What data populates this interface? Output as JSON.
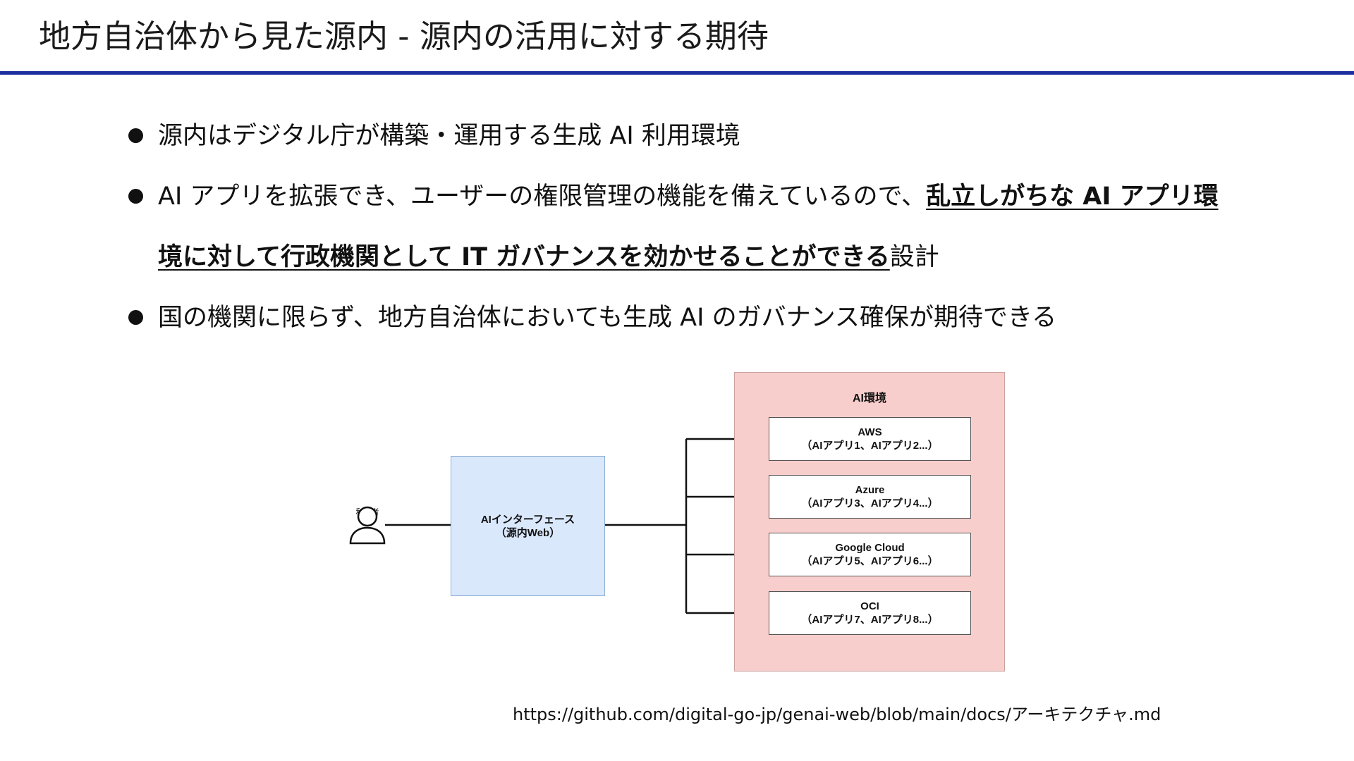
{
  "slide": {
    "title": "地方自治体から見た源内 - 源内の活用に対する期待",
    "accent_color": "#1c2ea0"
  },
  "bullets": [
    {
      "text": "源内はデジタル庁が構築・運用する生成 AI 利用環境"
    },
    {
      "text_before": "AI アプリを拡張でき、ユーザーの権限管理の機能を備えているので、",
      "text_emphasis": "乱立しがちな AI アプリ環境に対して行政機関として IT ガバナンスを効かせることができる",
      "text_after": "設計"
    },
    {
      "text": "国の機関に限らず、地方自治体においても生成 AI のガバナンス確保が期待できる"
    }
  ],
  "diagram": {
    "user": {
      "label": "利用者",
      "icon": "person-icon"
    },
    "interface": {
      "line1": "AIインターフェース",
      "line2": "（源内Web）",
      "fill_color": "#dae8fc"
    },
    "ai_environment": {
      "title": "AI環境",
      "fill_color": "#f8cecc",
      "providers": [
        {
          "name": "AWS",
          "apps": "（AIアプリ1、AIアプリ2...）"
        },
        {
          "name": "Azure",
          "apps": "（AIアプリ3、AIアプリ4...）"
        },
        {
          "name": "Google Cloud",
          "apps": "（AIアプリ5、AIアプリ6...）"
        },
        {
          "name": "OCI",
          "apps": "（AIアプリ7、AIアプリ8...）"
        }
      ]
    }
  },
  "footer": {
    "url": "https://github.com/digital-go-jp/genai-web/blob/main/docs/アーキテクチャ.md"
  }
}
